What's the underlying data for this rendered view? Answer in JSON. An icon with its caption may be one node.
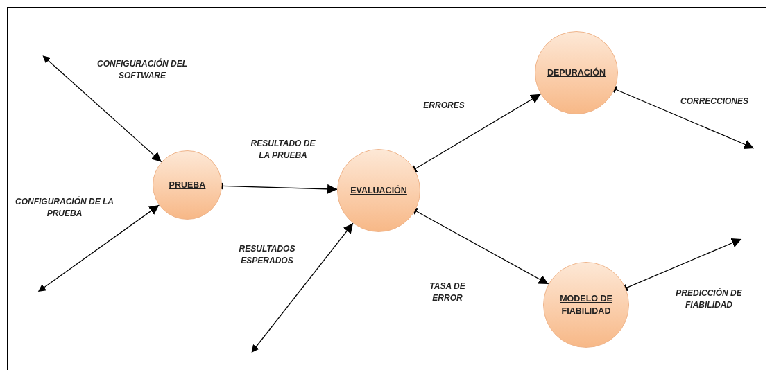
{
  "diagram": {
    "nodes": [
      {
        "text": [
          "PRUEBA"
        ]
      },
      {
        "text": [
          "EVALUACIÓN"
        ]
      },
      {
        "text": [
          "DEPURACIÓN"
        ]
      },
      {
        "text": [
          "MODELO DE FIABILIDAD"
        ]
      }
    ],
    "edges": [
      {
        "from": null,
        "to": 0,
        "arrow": "both",
        "label": "CONFIGURACIÓN DEL SOFTWARE"
      },
      {
        "from": null,
        "to": 0,
        "arrow": "both",
        "label": "CONFIGURACIÓN DE LA PRUEBA"
      },
      {
        "from": 0,
        "to": 1,
        "arrow": "both",
        "label": "RESULTADO DE LA PRUEBA"
      },
      {
        "from": null,
        "to": 1,
        "arrow": "both",
        "label": "RESULTADOS ESPERADOS"
      },
      {
        "from": 1,
        "to": 2,
        "arrow": "both",
        "label": "ERRORES"
      },
      {
        "from": 2,
        "to": null,
        "arrow": "both",
        "label": "CORRECCIONES"
      },
      {
        "from": 1,
        "to": 3,
        "arrow": "both",
        "label": "TASA DE ERROR"
      },
      {
        "from": 3,
        "to": null,
        "arrow": "both",
        "label": "PREDICCIÓN DE FIABILIDAD"
      }
    ]
  }
}
